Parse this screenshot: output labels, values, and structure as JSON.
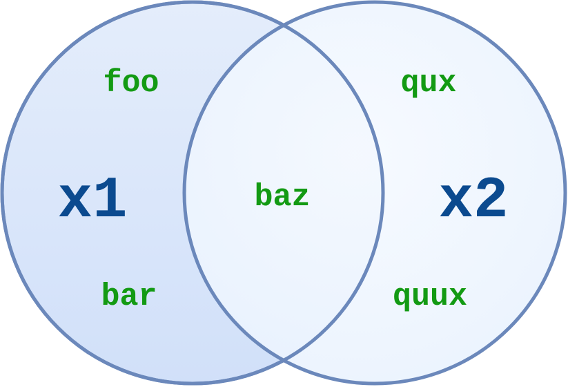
{
  "diagram": {
    "type": "venn",
    "colors": {
      "left_fill_top": "#e3ecfb",
      "left_fill_bottom": "#d2e1f9",
      "right_fill": "#eef5ff",
      "stroke": "#6b88bb",
      "set_label": "#0b4a8f",
      "element_label": "#139a13"
    },
    "sets": [
      {
        "id": "x1",
        "label": "x1"
      },
      {
        "id": "x2",
        "label": "x2"
      }
    ],
    "regions": {
      "x1_only": [
        "foo",
        "bar"
      ],
      "intersection": [
        "baz"
      ],
      "x2_only": [
        "qux",
        "quux"
      ]
    },
    "labels": {
      "x1": "x1",
      "x2": "x2",
      "foo": "foo",
      "bar": "bar",
      "baz": "baz",
      "qux": "qux",
      "quux": "quux"
    }
  }
}
